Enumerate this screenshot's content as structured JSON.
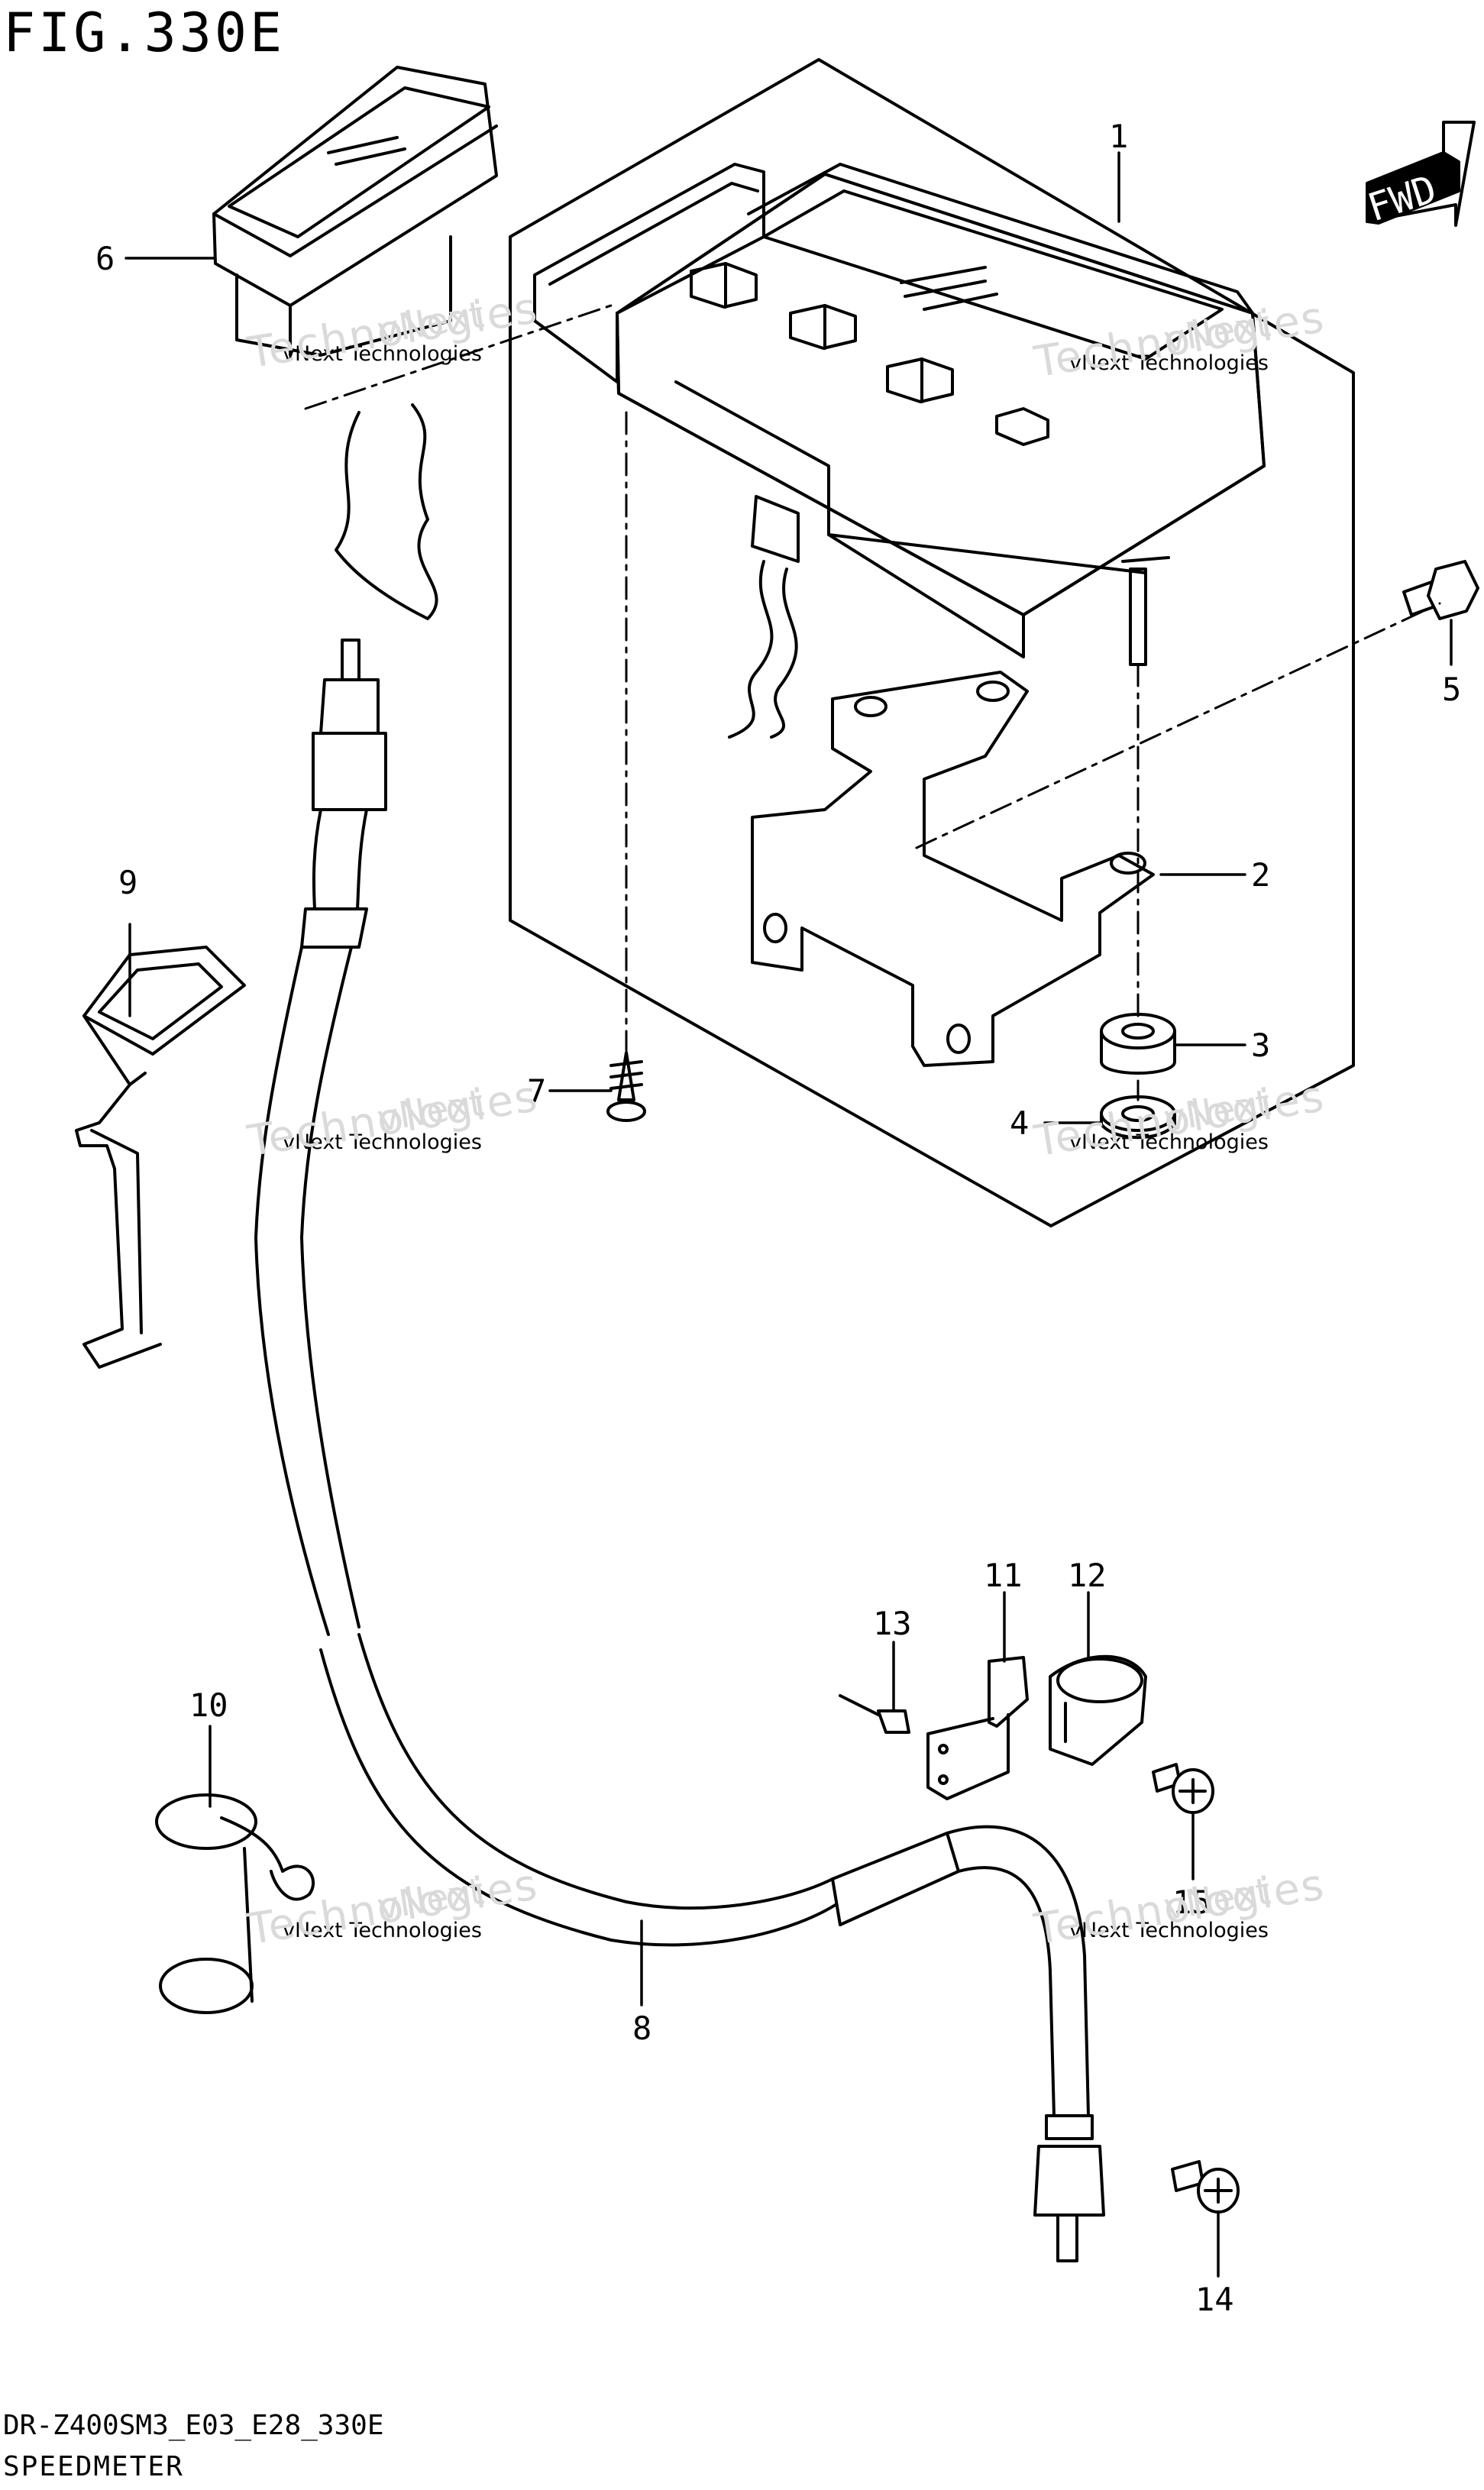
{
  "figure": {
    "title": "FIG.330E",
    "model_code": "DR-Z400SM3_E03_E28_330E",
    "section_name": "SPEEDMETER"
  },
  "fwd_label": "FWD",
  "callouts": [
    "1",
    "2",
    "3",
    "4",
    "5",
    "6",
    "7",
    "8",
    "9",
    "10",
    "11",
    "12",
    "13",
    "14",
    "15"
  ],
  "watermark": {
    "line1": "vNext Technologies",
    "ghost": "Technologies",
    "ghost_top": "vNext"
  },
  "colors": {
    "ink": "#000000",
    "watermark_ghost": "#dadada"
  }
}
